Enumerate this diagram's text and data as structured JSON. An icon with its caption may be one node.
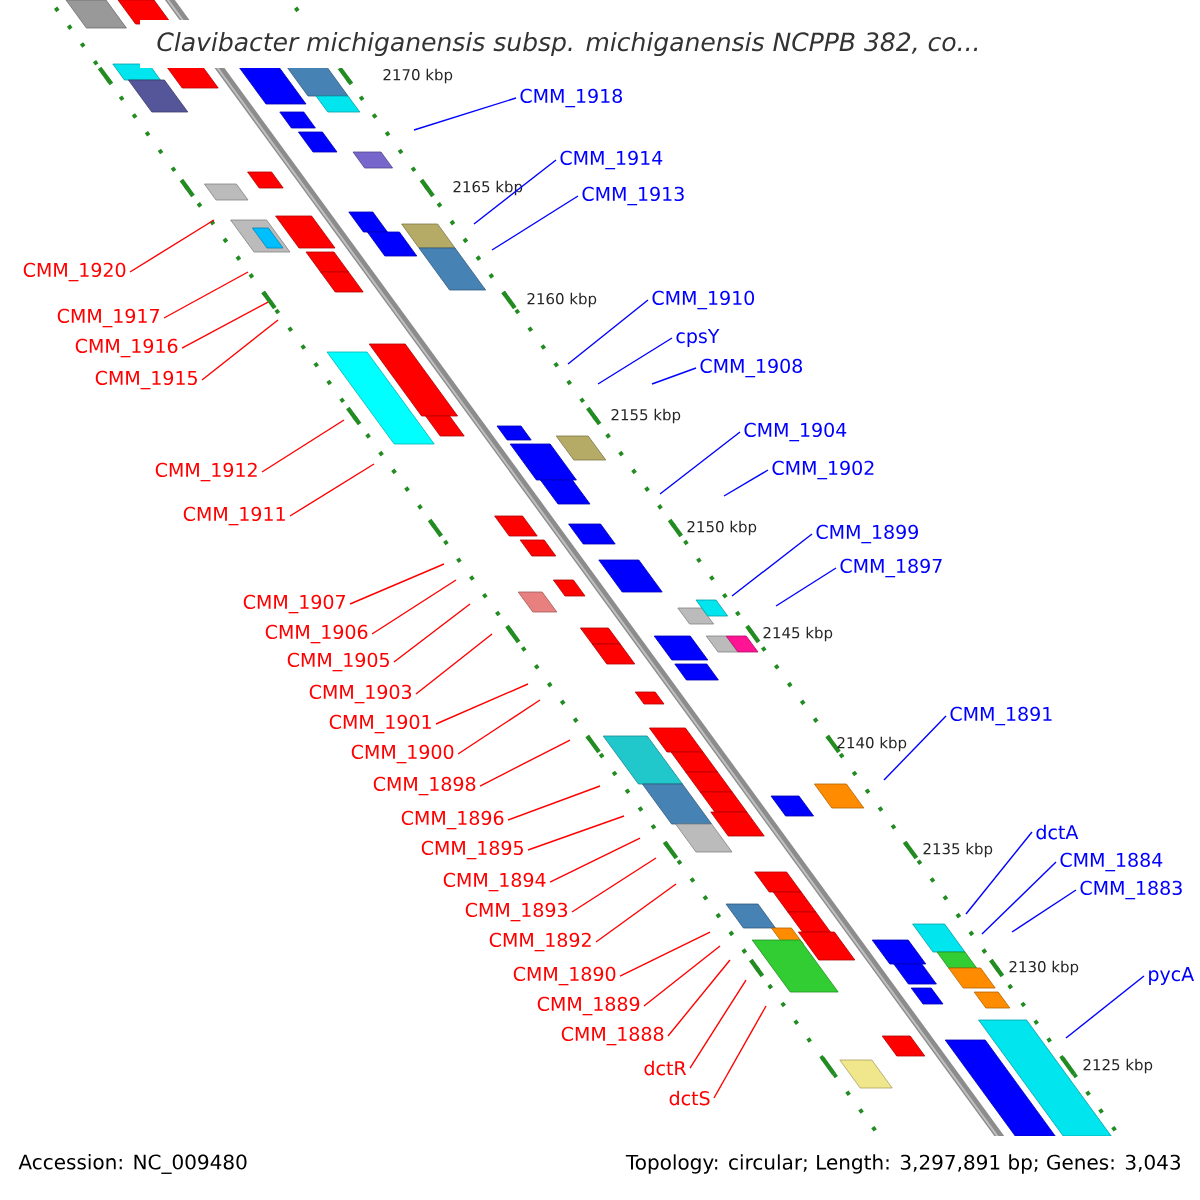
{
  "diagram": {
    "title": "Clavibacter michiganensis subsp. michiganensis NCPPB 382, co...",
    "nodes": [
      {
        "text": [
          "CMM_1918"
        ]
      },
      {
        "text": [
          "CMM_1914"
        ]
      },
      {
        "text": [
          "CMM_1913"
        ]
      },
      {
        "text": [
          "CMM_1920"
        ]
      },
      {
        "text": [
          "CMM_1910"
        ]
      },
      {
        "text": [
          "CMM_1917"
        ]
      },
      {
        "text": [
          "cpsY"
        ]
      },
      {
        "text": [
          "CMM_1916"
        ]
      },
      {
        "text": [
          "CMM_1908"
        ]
      },
      {
        "text": [
          "CMM_1915"
        ]
      },
      {
        "text": [
          "CMM_1904"
        ]
      },
      {
        "text": [
          "CMM_1902"
        ]
      },
      {
        "text": [
          "CMM_1912"
        ]
      },
      {
        "text": [
          "CMM_1911"
        ]
      },
      {
        "text": [
          "CMM_1899"
        ]
      },
      {
        "text": [
          "CMM_1897"
        ]
      },
      {
        "text": [
          "CMM_1907"
        ]
      },
      {
        "text": [
          "CMM_1906"
        ]
      },
      {
        "text": [
          "CMM_1905"
        ]
      },
      {
        "text": [
          "CMM_1903"
        ]
      },
      {
        "text": [
          "CMM_1891"
        ]
      },
      {
        "text": [
          "CMM_1901"
        ]
      },
      {
        "text": [
          "CMM_1900"
        ]
      },
      {
        "text": [
          "CMM_1898"
        ]
      },
      {
        "text": [
          "CMM_1896"
        ]
      },
      {
        "text": [
          "dctA"
        ]
      },
      {
        "text": [
          "CMM_1895"
        ]
      },
      {
        "text": [
          "CMM_1884"
        ]
      },
      {
        "text": [
          "CMM_1894"
        ]
      },
      {
        "text": [
          "CMM_1883"
        ]
      },
      {
        "text": [
          "CMM_1893"
        ]
      },
      {
        "text": [
          "CMM_1892"
        ]
      },
      {
        "text": [
          "pycA"
        ]
      },
      {
        "text": [
          "CMM_1890"
        ]
      },
      {
        "text": [
          "CMM_1889"
        ]
      },
      {
        "text": [
          "CMM_1888"
        ]
      },
      {
        "text": [
          "dctR"
        ]
      },
      {
        "text": [
          "dctS"
        ]
      }
    ],
    "edges": [
      {
        "from": 0,
        "to": null,
        "arrow": "none",
        "color": "#0000ff"
      },
      {
        "from": 1,
        "to": null,
        "arrow": "none",
        "color": "#0000ff"
      },
      {
        "from": 2,
        "to": null,
        "arrow": "none",
        "color": "#0000ff"
      },
      {
        "from": 3,
        "to": null,
        "arrow": "none",
        "color": "#ff0000"
      },
      {
        "from": 4,
        "to": null,
        "arrow": "none",
        "color": "#0000ff"
      },
      {
        "from": 5,
        "to": null,
        "arrow": "none",
        "color": "#ff0000"
      },
      {
        "from": 6,
        "to": null,
        "arrow": "none",
        "color": "#0000ff"
      },
      {
        "from": 7,
        "to": null,
        "arrow": "none",
        "color": "#ff0000"
      },
      {
        "from": 8,
        "to": null,
        "arrow": "none",
        "color": "#0000ff"
      },
      {
        "from": 9,
        "to": null,
        "arrow": "none",
        "color": "#ff0000"
      },
      {
        "from": 10,
        "to": null,
        "arrow": "none",
        "color": "#0000ff"
      },
      {
        "from": 11,
        "to": null,
        "arrow": "none",
        "color": "#0000ff"
      },
      {
        "from": 12,
        "to": null,
        "arrow": "none",
        "color": "#ff0000"
      },
      {
        "from": 13,
        "to": null,
        "arrow": "none",
        "color": "#ff0000"
      },
      {
        "from": 14,
        "to": null,
        "arrow": "none",
        "color": "#0000ff"
      },
      {
        "from": 15,
        "to": null,
        "arrow": "none",
        "color": "#0000ff"
      },
      {
        "from": 16,
        "to": null,
        "arrow": "none",
        "color": "#ff0000"
      },
      {
        "from": 17,
        "to": null,
        "arrow": "none",
        "color": "#ff0000"
      },
      {
        "from": 18,
        "to": null,
        "arrow": "none",
        "color": "#ff0000"
      },
      {
        "from": 19,
        "to": null,
        "arrow": "none",
        "color": "#ff0000"
      },
      {
        "from": 20,
        "to": null,
        "arrow": "none",
        "color": "#0000ff"
      },
      {
        "from": 21,
        "to": null,
        "arrow": "none",
        "color": "#ff0000"
      },
      {
        "from": 22,
        "to": null,
        "arrow": "none",
        "color": "#ff0000"
      },
      {
        "from": 23,
        "to": null,
        "arrow": "none",
        "color": "#ff0000"
      },
      {
        "from": 24,
        "to": null,
        "arrow": "none",
        "color": "#ff0000"
      },
      {
        "from": 25,
        "to": null,
        "arrow": "none",
        "color": "#0000ff"
      },
      {
        "from": 26,
        "to": null,
        "arrow": "none",
        "color": "#ff0000"
      },
      {
        "from": 27,
        "to": null,
        "arrow": "none",
        "color": "#0000ff"
      },
      {
        "from": 28,
        "to": null,
        "arrow": "none",
        "color": "#ff0000"
      },
      {
        "from": 29,
        "to": null,
        "arrow": "none",
        "color": "#0000ff"
      },
      {
        "from": 30,
        "to": null,
        "arrow": "none",
        "color": "#ff0000"
      },
      {
        "from": 31,
        "to": null,
        "arrow": "none",
        "color": "#ff0000"
      },
      {
        "from": 32,
        "to": null,
        "arrow": "none",
        "color": "#0000ff"
      },
      {
        "from": 33,
        "to": null,
        "arrow": "none",
        "color": "#ff0000"
      },
      {
        "from": 34,
        "to": null,
        "arrow": "none",
        "color": "#ff0000"
      },
      {
        "from": 35,
        "to": null,
        "arrow": "none",
        "color": "#ff0000"
      },
      {
        "from": 36,
        "to": null,
        "arrow": "none",
        "color": "#ff0000"
      },
      {
        "from": 37,
        "to": null,
        "arrow": "none",
        "color": "#ff0000"
      }
    ],
    "labels": [
      "2170 kbp",
      "2165 kbp",
      "2160 kbp",
      "2155 kbp",
      "2150 kbp",
      "2145 kbp",
      "2140 kbp",
      "2135 kbp",
      "2130 kbp",
      "2125 kbp",
      "Accession: NC_009480",
      "Topology: circular; Length: 3,297,891 bp; Genes: 3,043"
    ]
  }
}
